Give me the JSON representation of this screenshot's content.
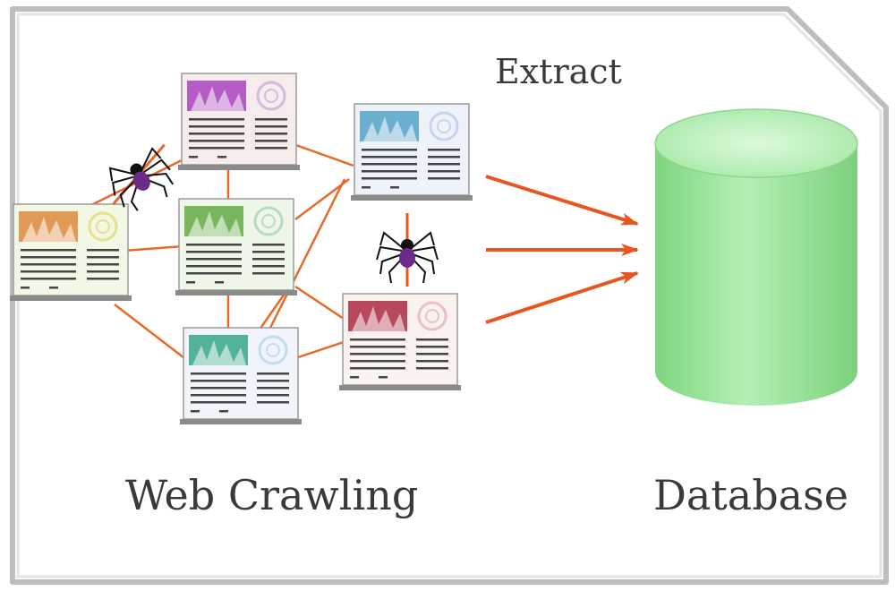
{
  "labels": {
    "extract": "Extract",
    "web_crawling": "Web Crawling",
    "database": "Database"
  },
  "colors": {
    "link": "#e8682a",
    "arrow": "#e8561e",
    "frame": "#b9b9b9",
    "database_top": "#c6f6c6",
    "database_body": "#90df90",
    "spider": "#111111",
    "spider_body": "#6b2a8c"
  },
  "pages": [
    {
      "name": "web-page-purple",
      "accent": "#b45bc6",
      "icon": "#d7b8e0",
      "bg": "#f6ecec"
    },
    {
      "name": "web-page-blue",
      "accent": "#6aaed0",
      "icon": "#c6d2f0",
      "bg": "#eef2fa"
    },
    {
      "name": "web-page-orange",
      "accent": "#e19a55",
      "icon": "#eadf8c",
      "bg": "#f1f8e6"
    },
    {
      "name": "web-page-green",
      "accent": "#78b65c",
      "icon": "#b6dcc0",
      "bg": "#eef6e8"
    },
    {
      "name": "web-page-red",
      "accent": "#b8495d",
      "icon": "#ecc0c0",
      "bg": "#faf2ee"
    },
    {
      "name": "web-page-teal",
      "accent": "#52b39a",
      "icon": "#c0dcf0",
      "bg": "#f1f4fb"
    }
  ]
}
